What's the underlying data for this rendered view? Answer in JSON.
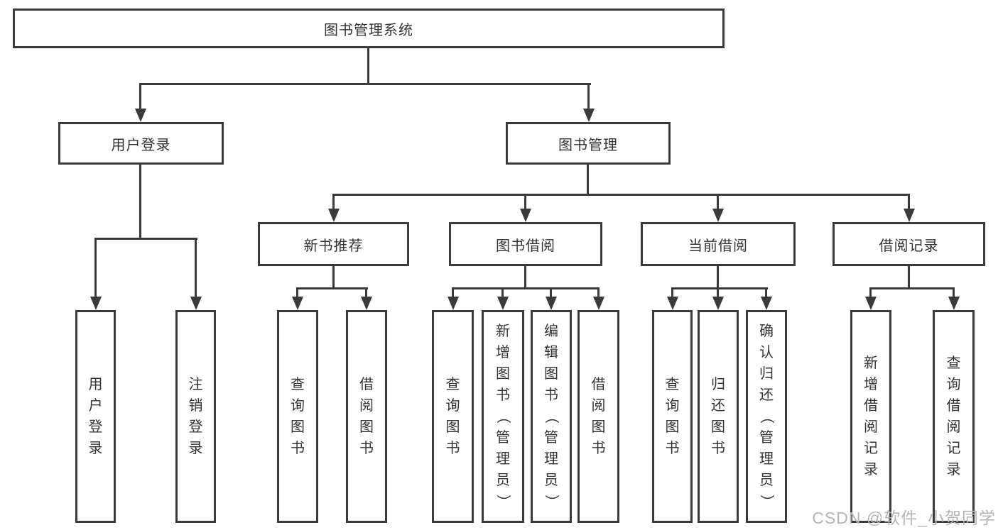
{
  "tree": {
    "root": {
      "label": "图书管理系统"
    },
    "branches": [
      {
        "label": "用户登录",
        "leaves": [
          "用户登录",
          "注销登录"
        ]
      },
      {
        "label": "图书管理",
        "sections": [
          {
            "label": "新书推荐",
            "leaves": [
              "查询图书",
              "借阅图书"
            ]
          },
          {
            "label": "图书借阅",
            "leaves": [
              "查询图书",
              "新增图书（管理员）",
              "编辑图书（管理员）",
              "借阅图书"
            ]
          },
          {
            "label": "当前借阅",
            "leaves": [
              "查询图书",
              "归还图书",
              "确认归还（管理员）"
            ]
          },
          {
            "label": "借阅记录",
            "leaves": [
              "新增借阅记录",
              "查询借阅记录"
            ]
          }
        ]
      }
    ]
  },
  "watermark": {
    "text": "CSDN @软件_小贺同学"
  },
  "colors": {
    "line": "#3a3a3a",
    "text": "#333333",
    "watermark": "#b5b5b5",
    "background": "#ffffff"
  }
}
